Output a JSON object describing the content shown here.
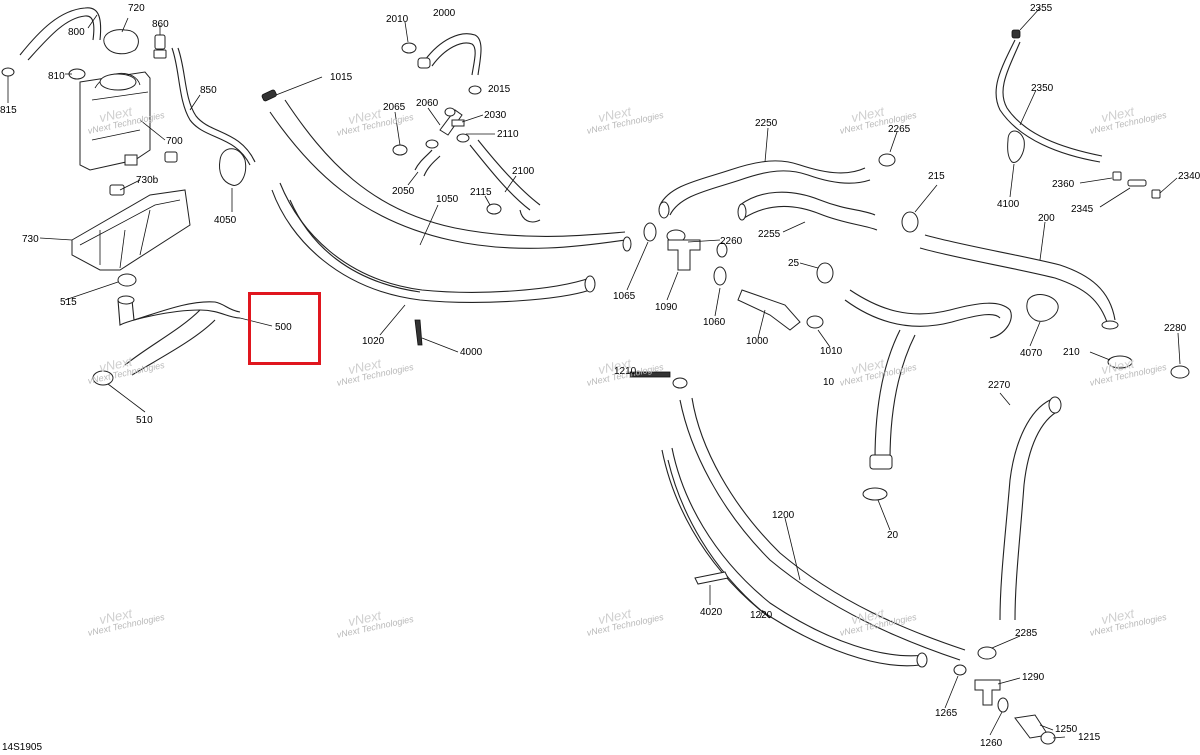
{
  "diagram_code": "14S1905",
  "highlight_label": "500",
  "watermark": {
    "line1": "vNext",
    "line2": "Technologies",
    "line3": "vNext Technologies"
  },
  "labels": [
    "720",
    "860",
    "800",
    "810",
    "815",
    "850",
    "700",
    "730b",
    "730",
    "515",
    "4050",
    "500",
    "510",
    "2010",
    "2000",
    "1015",
    "2065",
    "2060",
    "2030",
    "2015",
    "2110",
    "2050",
    "2100",
    "2115",
    "1050",
    "1020",
    "4000",
    "2250",
    "2265",
    "2255",
    "2260",
    "1065",
    "1090",
    "1060",
    "25",
    "1000",
    "1010",
    "215",
    "2355",
    "2350",
    "4100",
    "2360",
    "2345",
    "2340",
    "200",
    "4070",
    "2280",
    "210",
    "1210",
    "10",
    "2270",
    "20",
    "1200",
    "4020",
    "1220",
    "2285",
    "1290",
    "1265",
    "1250",
    "1260",
    "1215"
  ]
}
